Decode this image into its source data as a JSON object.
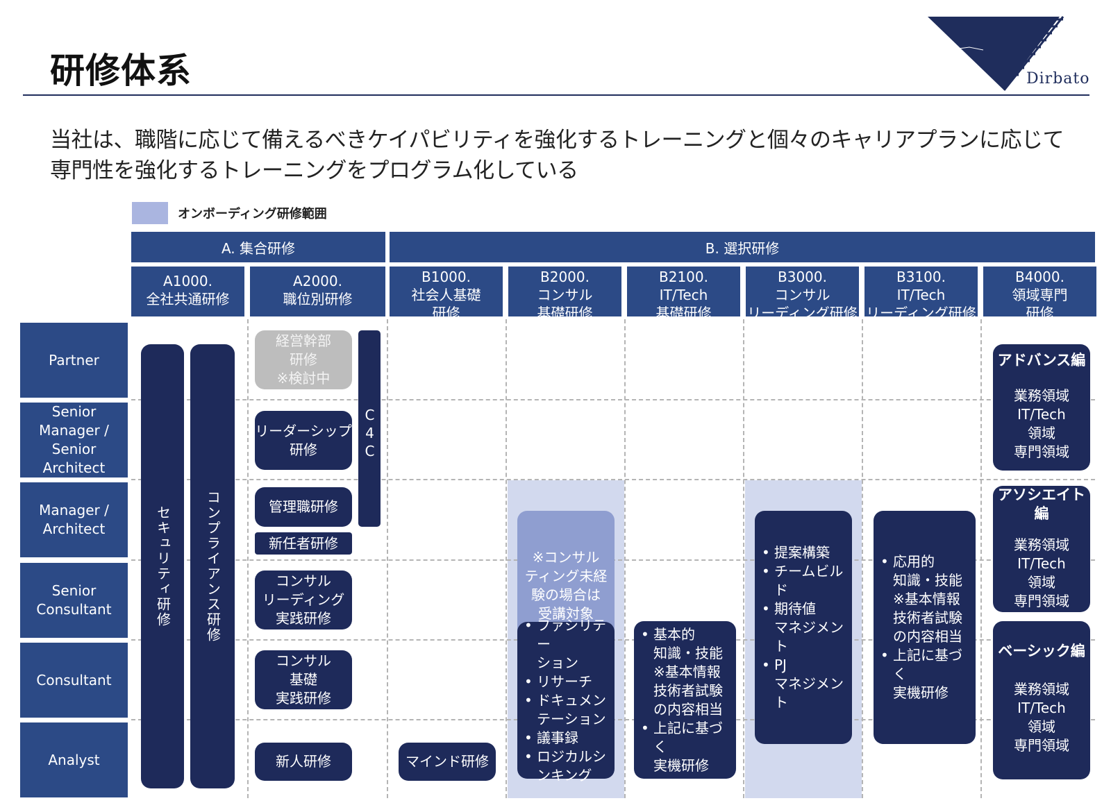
{
  "title": "研修体系",
  "brand": "Dirbato",
  "subtitle": "当社は、職階に応じて備えるべきケイパビリティを強化するトレーニングと個々のキャリアプランに応じて専門性を強化するトレーニングをプログラム化している",
  "legend": {
    "label": "オンボーディング研修範囲",
    "color": "#aab5e0"
  },
  "colors": {
    "header": "#2c4a86",
    "box": "#1e2a5a",
    "onboarding_area": "#d2d9ee",
    "gray_box": "#bdbdbd"
  },
  "groups": {
    "a": "A. 集合研修",
    "b": "B. 選択研修"
  },
  "columns": [
    {
      "code": "A1000.",
      "name": "全社共通研修"
    },
    {
      "code": "A2000.",
      "name": "職位別研修"
    },
    {
      "code": "B1000.",
      "name": "社会人基礎\n研修"
    },
    {
      "code": "B2000.",
      "name": "コンサル\n基礎研修"
    },
    {
      "code": "B2100.",
      "name": "IT/Tech\n基礎研修"
    },
    {
      "code": "B3000.",
      "name": "コンサル\nリーディング研修"
    },
    {
      "code": "B3100.",
      "name": "IT/Tech\nリーディング研修"
    },
    {
      "code": "B4000.",
      "name": "領域専門\n研修"
    }
  ],
  "ranks": [
    "Partner",
    "Senior\nManager /\nSenior\nArchitect",
    "Manager /\nArchitect",
    "Senior\nConsultant",
    "Consultant",
    "Analyst"
  ],
  "a1000": {
    "security": "セキュリティ研修",
    "compliance": "コンプライアンス研修"
  },
  "a2000": {
    "executive": "経営幹部\n研修\n※検討中",
    "leadership": "リーダーシップ\n研修",
    "management": "管理職研修",
    "new_manager": "新任者研修",
    "consul_leading": "コンサル\nリーディング\n実践研修",
    "consul_basic": "コンサル\n基礎\n実践研修",
    "new_hire": "新人研修",
    "c4c": "C4C"
  },
  "b1000": {
    "mind": "マインド研修"
  },
  "b2000": {
    "note": "※コンサル\nティング未経\n験の場合は\n受講対象",
    "items": [
      "ファシリテー\nション",
      "リサーチ",
      "ドキュメン\nテーション",
      "議事録",
      "ロジカルシ\nンキング"
    ]
  },
  "b2100": {
    "items": [
      "基本的\n知識・技能\n※基本情報\n技術者試験\nの内容相当",
      "上記に基づく\n実機研修"
    ]
  },
  "b3000": {
    "items": [
      "提案構築",
      "チームビルド",
      "期待値\nマネジメント",
      "PJ\nマネジメント"
    ]
  },
  "b3100": {
    "items": [
      "応用的\n知識・技能\n※基本情報\n技術者試験\nの内容相当",
      "上記に基づく\n実機研修"
    ]
  },
  "b4000": {
    "advanced": {
      "heading": "アドバンス編",
      "body": "業務領域\nIT/Tech\n領域\n専門領域"
    },
    "associate": {
      "heading": "アソシエイト\n編",
      "body": "業務領域\nIT/Tech\n領域\n専門領域"
    },
    "basic": {
      "heading": "ベーシック編",
      "body": "業務領域\nIT/Tech\n領域\n専門領域"
    }
  }
}
